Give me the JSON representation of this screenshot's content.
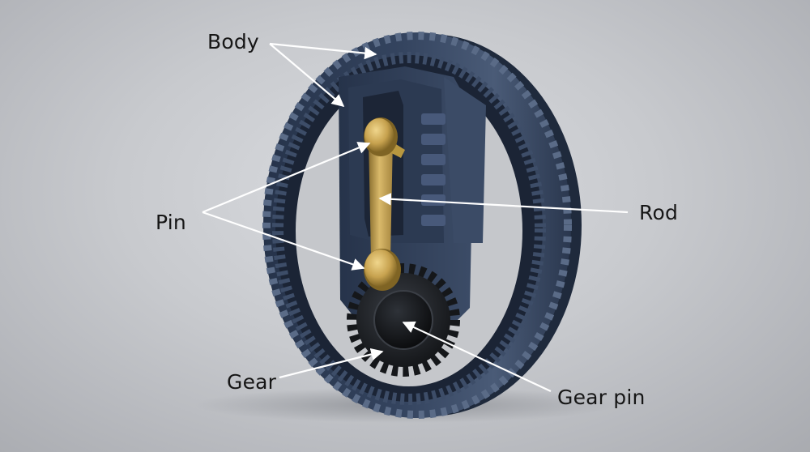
{
  "labels": {
    "body": "Body",
    "pin": "Pin",
    "rod": "Rod",
    "gear": "Gear",
    "gear_pin": "Gear pin"
  },
  "colors": {
    "ring": "#2e3d55",
    "ring_highlight": "#4c5d78",
    "brass": "#c8a555",
    "gear": "#1f2227",
    "arrow": "#ffffff",
    "background": "#c6c8cc"
  }
}
